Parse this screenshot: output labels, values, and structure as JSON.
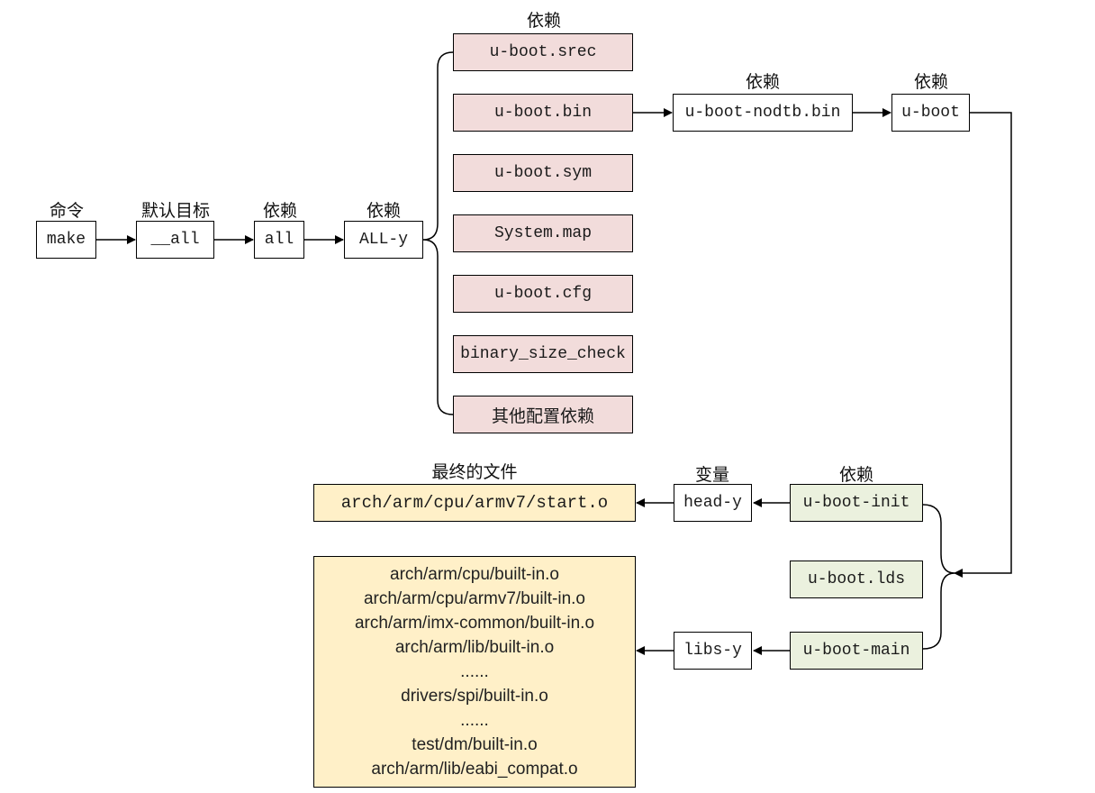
{
  "labels": {
    "command": "命令",
    "default_target": "默认目标",
    "depends": "依赖",
    "variable": "变量",
    "final_files": "最终的文件"
  },
  "nodes": {
    "make": "make",
    "all_default": "__all",
    "all": "all",
    "all_y": "ALL-y",
    "u_boot_srec": "u-boot.srec",
    "u_boot_bin": "u-boot.bin",
    "u_boot_sym": "u-boot.sym",
    "system_map": "System.map",
    "u_boot_cfg": "u-boot.cfg",
    "binary_size_check": "binary_size_check",
    "other_config_deps": "其他配置依赖",
    "u_boot_nodtb_bin": "u-boot-nodtb.bin",
    "u_boot": "u-boot",
    "u_boot_init": "u-boot-init",
    "u_boot_lds": "u-boot.lds",
    "u_boot_main": "u-boot-main",
    "head_y": "head-y",
    "libs_y": "libs-y",
    "start_o": "arch/arm/cpu/armv7/start.o"
  },
  "lib_files": [
    "arch/arm/cpu/built-in.o",
    "arch/arm/cpu/armv7/built-in.o",
    "arch/arm/imx-common/built-in.o",
    "arch/arm/lib/built-in.o",
    "......",
    "drivers/spi/built-in.o",
    "......",
    "test/dm/built-in.o",
    "arch/arm/lib/eabi_compat.o"
  ],
  "colors": {
    "pink": "#f2dcdb",
    "green": "#ebf1de",
    "yellow": "#fff0c8"
  }
}
